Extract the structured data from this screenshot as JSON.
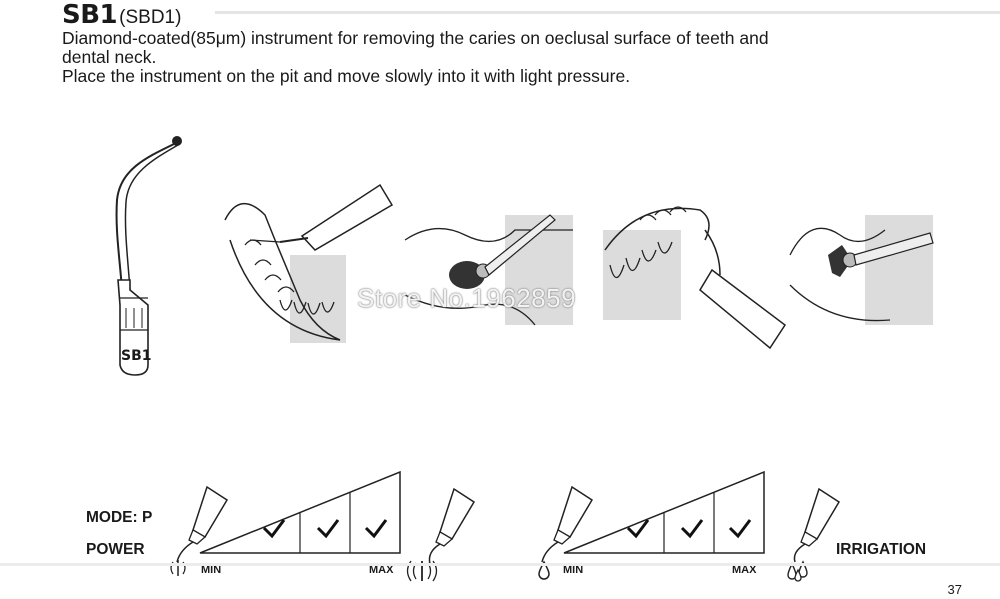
{
  "instrument": {
    "code": "SB1",
    "alt_code": "(SBD1)",
    "tip_label": "SB1"
  },
  "description": {
    "line1": "Diamond-coated(85μm) instrument for removing the caries on oeclusal surface of teeth and",
    "line2": "dental neck.",
    "line3": "Place the instrument on the pit and move slowly into it with light pressure."
  },
  "watermark": "Store No.1962859",
  "settings": {
    "mode_label": "MODE: P",
    "power_label": "POWER",
    "irrigation_label": "IRRIGATION",
    "power_scale": {
      "min": "MIN",
      "max": "MAX",
      "checked_levels": [
        2,
        3
      ],
      "level_count": 3
    },
    "irrigation_scale": {
      "min": "MIN",
      "max": "MAX",
      "checked_levels": [
        2,
        3
      ],
      "level_count": 3
    }
  },
  "page_number": "37",
  "icons": [
    "instrument-tip-icon",
    "handpiece-icon",
    "vibration-icon",
    "water-drop-icon",
    "check-icon"
  ]
}
